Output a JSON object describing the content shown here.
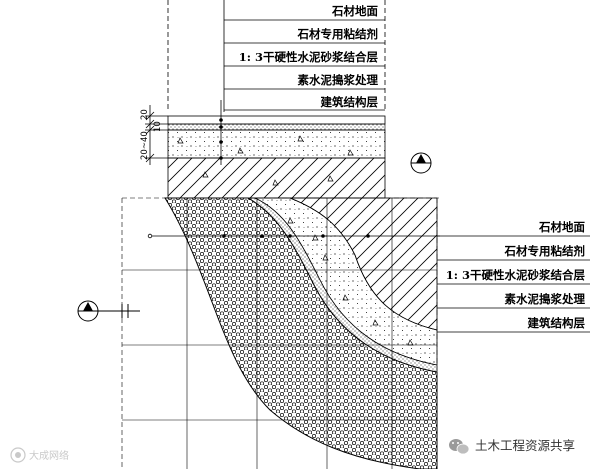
{
  "top_detail": {
    "layers": [
      "石材地面",
      "石材专用粘结剂",
      "1: 3干硬性水泥砂浆结合层",
      "素水泥搗浆处理",
      "建筑结构层"
    ],
    "dimensions": [
      "20",
      "20~40",
      "10"
    ],
    "section_marker": "A"
  },
  "bottom_detail": {
    "layers": [
      "石材地面",
      "石材专用粘结剂",
      "1: 3干硬性水泥砂浆结合层",
      "素水泥搗浆处理",
      "建筑结构层"
    ],
    "section_marker": "A"
  },
  "watermarks": {
    "left": "大成网络",
    "right": "土木工程资源共享"
  }
}
